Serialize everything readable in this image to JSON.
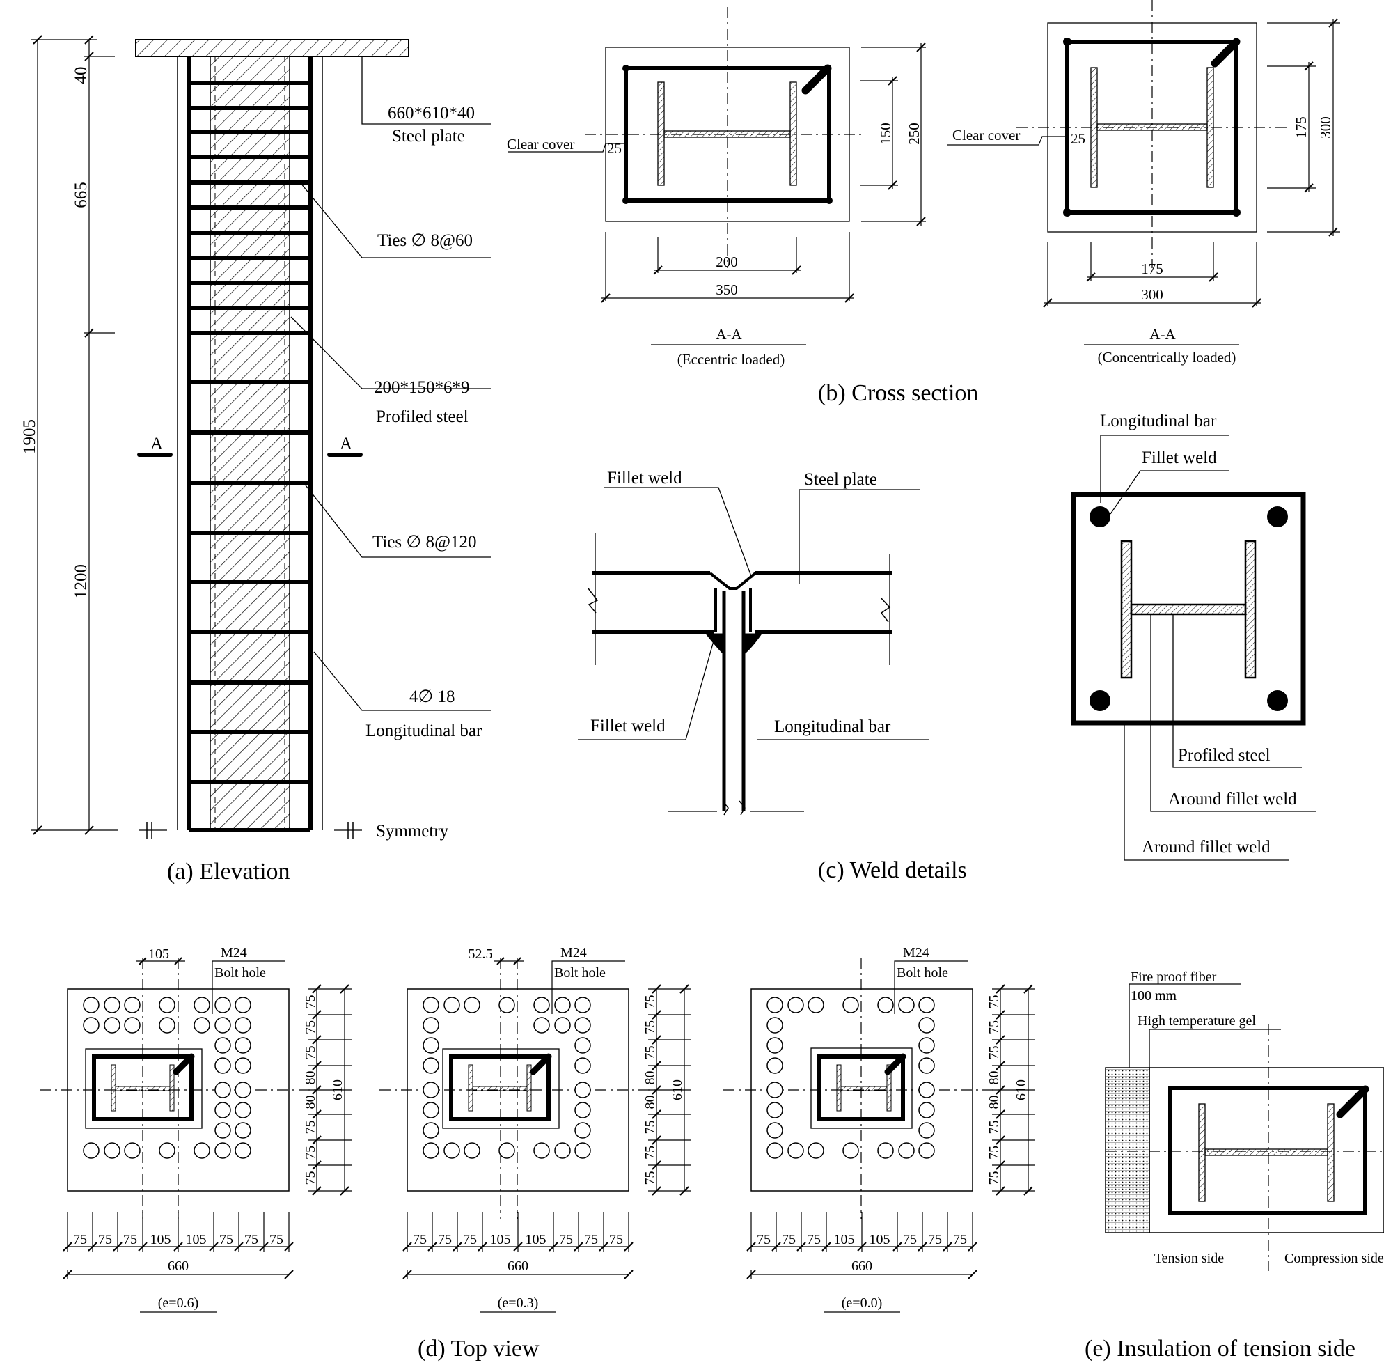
{
  "elevation": {
    "plate_label_1": "660*610*40",
    "plate_label_2": "Steel plate",
    "ties_top": "Ties ∅ 8@60",
    "profiled_label_1": "200*150*6*9",
    "profiled_label_2": "Profiled steel",
    "ties_bottom": "Ties ∅ 8@120",
    "bar_label_1": "4∅ 18",
    "bar_label_2": "Longitudinal bar",
    "symmetry": "Symmetry",
    "section_mark": "A",
    "dims": {
      "total": "1905",
      "d40": "40",
      "d665": "665",
      "d1200": "1200"
    },
    "caption": "(a) Elevation"
  },
  "cross_section": {
    "ecc": {
      "clear_cover": "Clear cover",
      "cover": "25",
      "d150": "150",
      "d250": "250",
      "d200": "200",
      "d350": "350",
      "title": "A-A",
      "subtitle": "(Eccentric loaded)"
    },
    "con": {
      "clear_cover": "Clear cover",
      "cover": "25",
      "d175v": "175",
      "d300v": "300",
      "d175h": "175",
      "d300h": "300",
      "title": "A-A",
      "subtitle": "(Concentrically loaded)"
    },
    "caption": "(b) Cross section"
  },
  "weld": {
    "fillet_weld_top": "Fillet weld",
    "steel_plate": "Steel plate",
    "fillet_weld_bottom": "Fillet weld",
    "longitudinal_bar": "Longitudinal bar",
    "r_longitudinal_bar": "Longitudinal bar",
    "r_fillet_weld": "Fillet weld",
    "r_profiled_steel": "Profiled steel",
    "r_around_1": "Around fillet weld",
    "r_around_2": "Around fillet weld",
    "caption": "(c) Weld details"
  },
  "top_view": {
    "m24": "M24",
    "bolt_hole": "Bolt hole",
    "v_dims": [
      "75",
      "75",
      "75",
      "80",
      "80",
      "75",
      "75",
      "75"
    ],
    "v_total": "610",
    "h_dims": [
      "75",
      "75",
      "75",
      "105",
      "105",
      "75",
      "75",
      "75"
    ],
    "h_total": "660",
    "p1": {
      "offset": "105",
      "e": "(e=0.6)"
    },
    "p2": {
      "offset": "52.5",
      "e": "(e=0.3)"
    },
    "p3": {
      "e": "(e=0.0)"
    },
    "caption": "(d) Top view"
  },
  "insulation": {
    "fire_fiber": "Fire proof fiber",
    "thickness": "100 mm",
    "gel": "High temperature gel",
    "tension": "Tension side",
    "compression": "Compression side",
    "caption": "(e) Insulation of tension side"
  }
}
